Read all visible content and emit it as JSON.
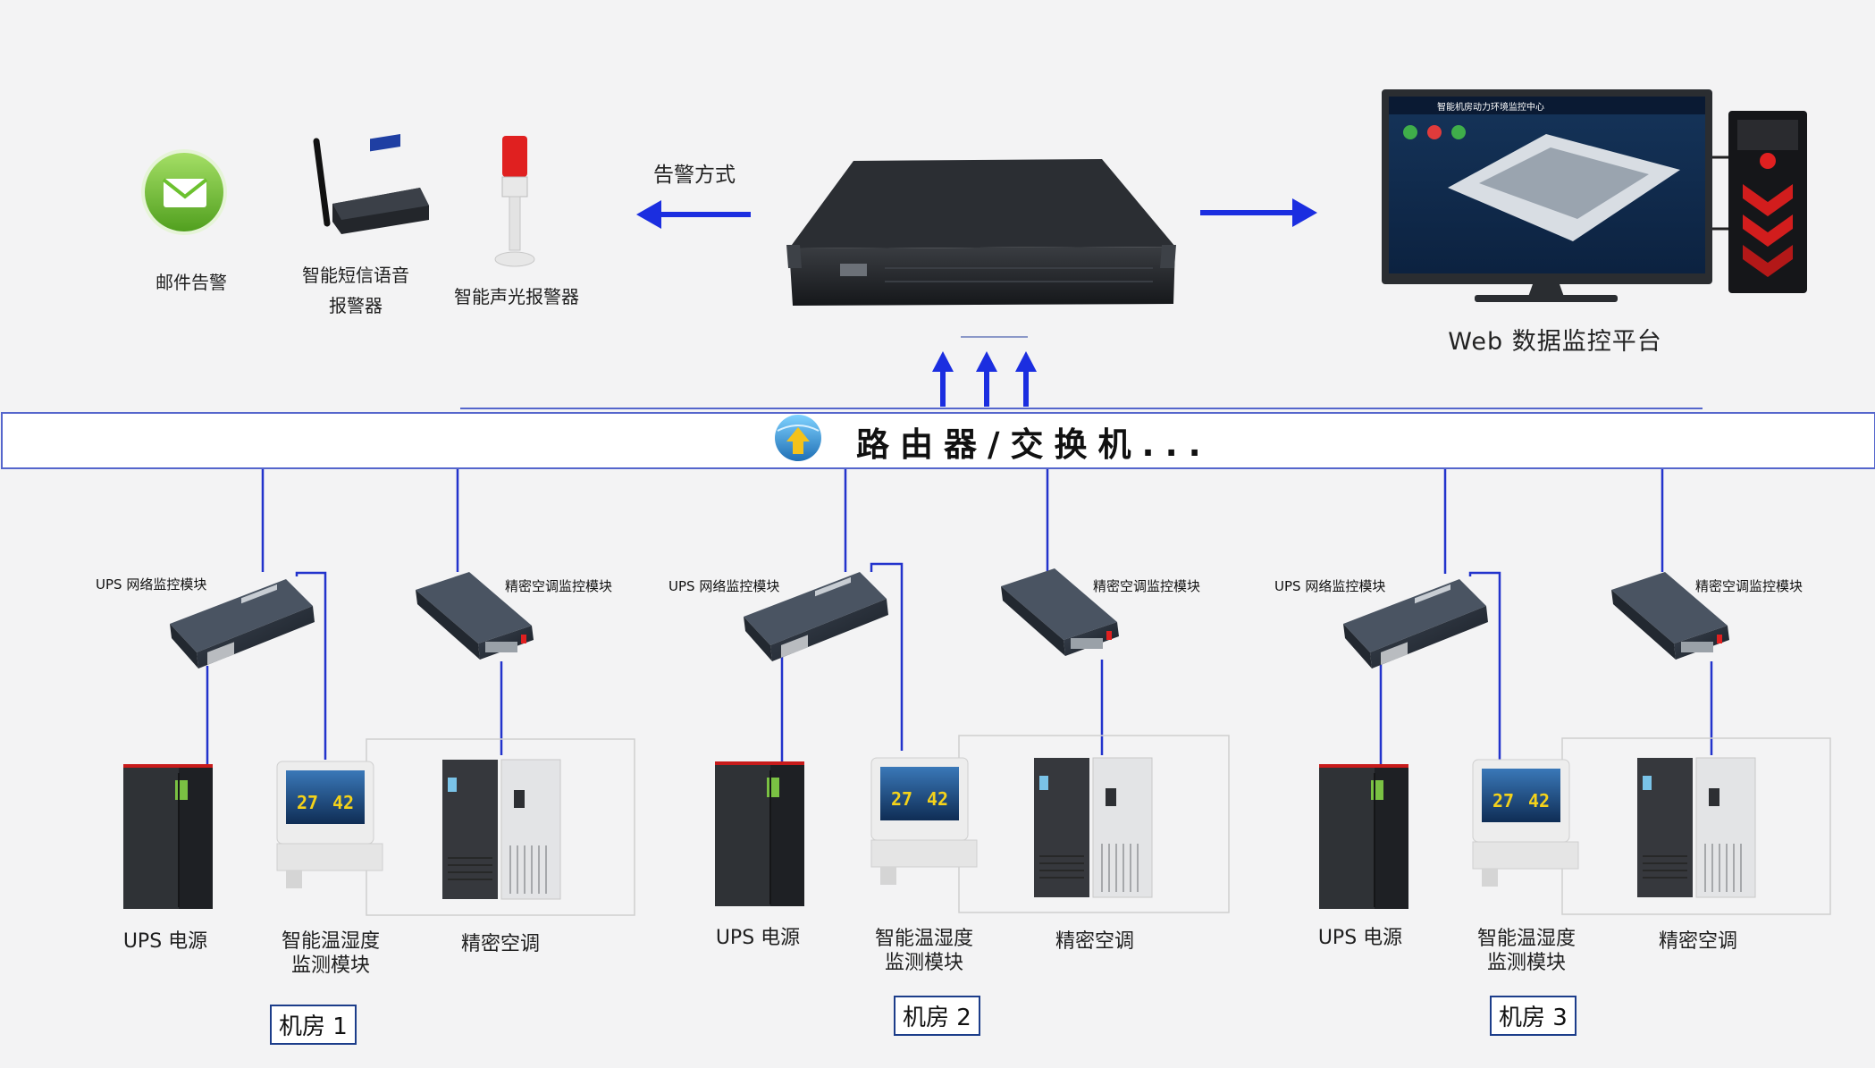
{
  "top": {
    "email_label": "邮件告警",
    "sms_label_line1": "智能短信语音",
    "sms_label_line2": "报警器",
    "beacon_label": "智能声光报警器",
    "alarm_method_label": "告警方式",
    "web_platform_label": "Web  数据监控平台",
    "screen_title": "智能机房动力环境监控中心"
  },
  "bar": {
    "label": "路由器/交换机..."
  },
  "rooms": [
    {
      "ups_module_label": "UPS 网络监控模块",
      "ac_module_label": "精密空调监控模块",
      "ups_label": "UPS 电源",
      "th_label_line1": "智能温湿度",
      "th_label_line2": "监测模块",
      "ac_label": "精密空调",
      "room_label": "机房 1"
    },
    {
      "ups_module_label": "UPS 网络监控模块",
      "ac_module_label": "精密空调监控模块",
      "ups_label": "UPS 电源",
      "th_label_line1": "智能温湿度",
      "th_label_line2": "监测模块",
      "ac_label": "精密空调",
      "room_label": "机房 2"
    },
    {
      "ups_module_label": "UPS 网络监控模块",
      "ac_module_label": "精密空调监控模块",
      "ups_label": "UPS 电源",
      "th_label_line1": "智能温湿度",
      "th_label_line2": "监测模块",
      "ac_label": "精密空调",
      "room_label": "机房 3"
    }
  ],
  "device_display": {
    "temp": "27",
    "unit": "℃",
    "humidity": "42"
  },
  "colors": {
    "line": "#2233cc",
    "arrow": "#1b2ee0",
    "room_border": "#1c3d8a",
    "envelope_green": "#6cc12f",
    "beacon_red": "#e02020"
  }
}
